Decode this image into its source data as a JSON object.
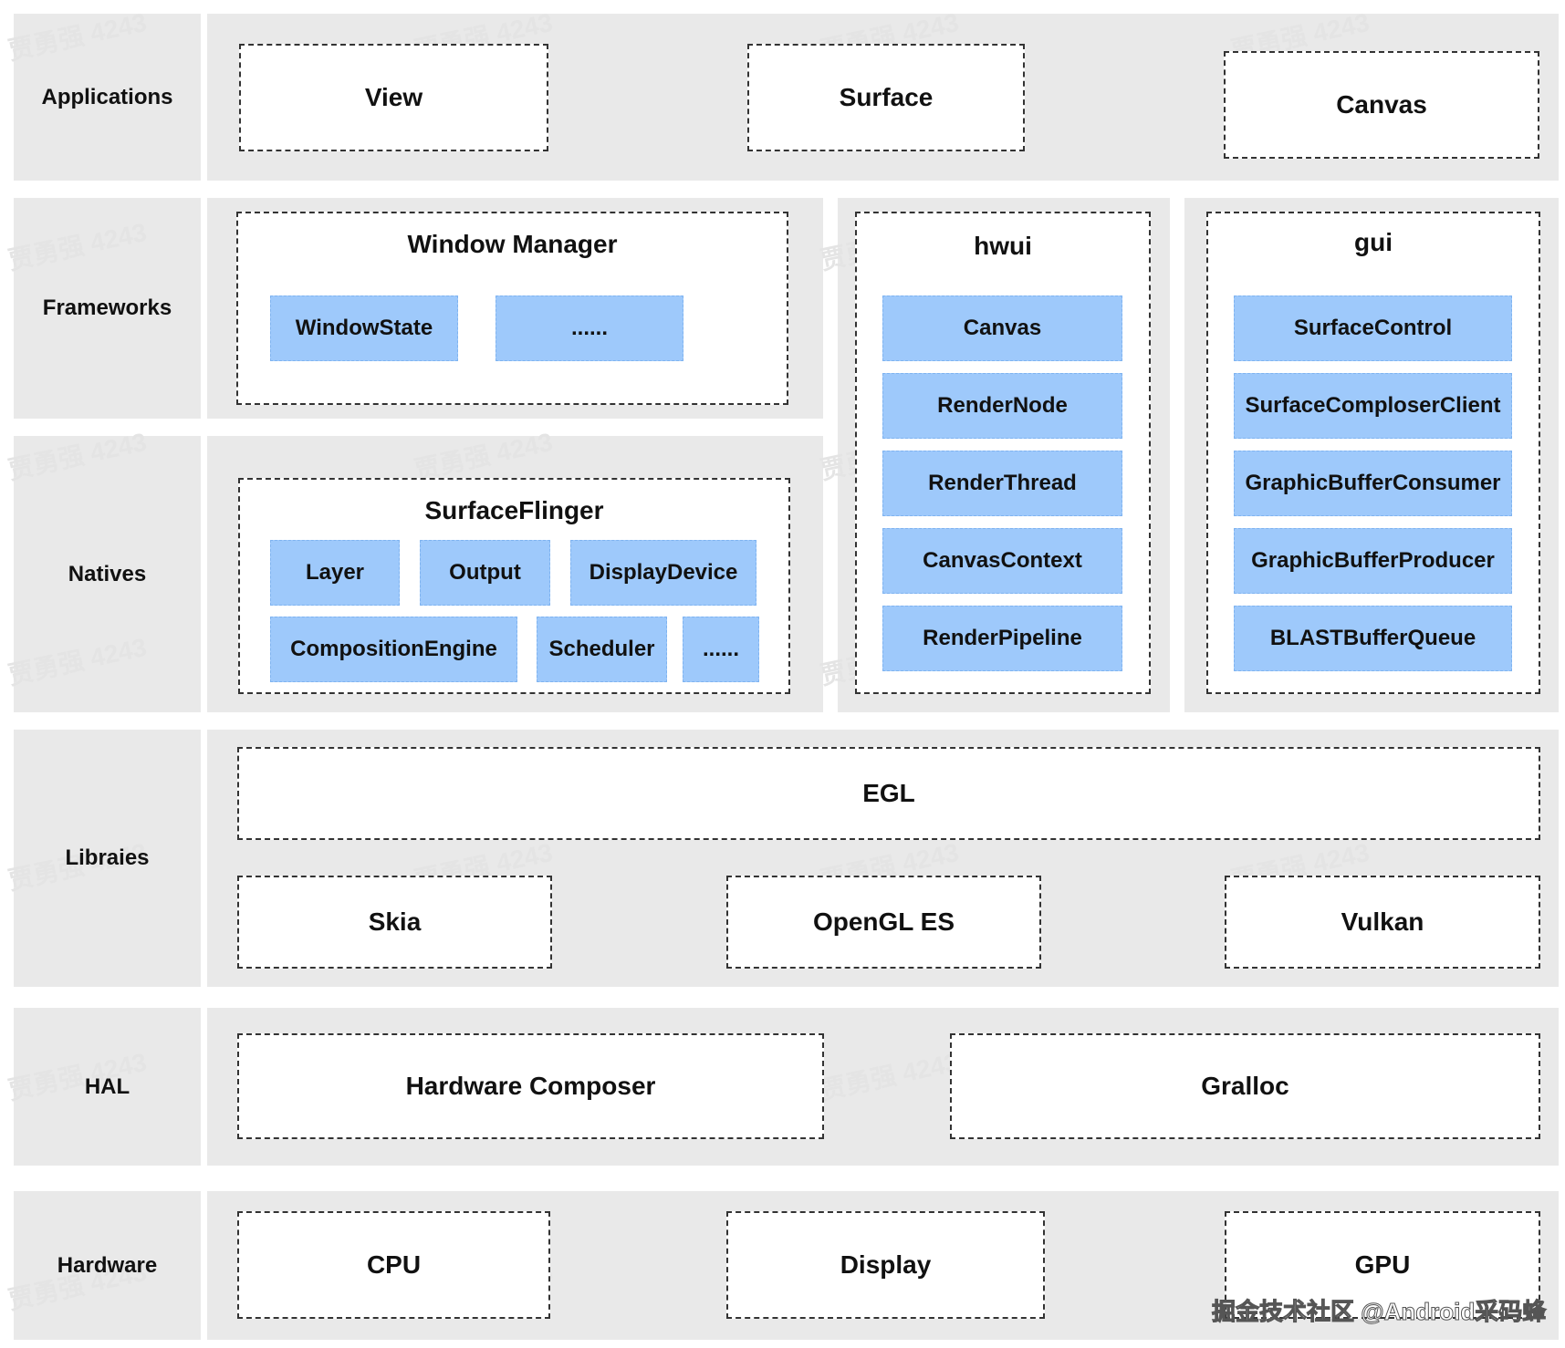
{
  "layers": {
    "applications": "Applications",
    "frameworks": "Frameworks",
    "natives": "Natives",
    "libraries": "Libraies",
    "hal": "HAL",
    "hardware": "Hardware"
  },
  "applications": {
    "view": "View",
    "surface": "Surface",
    "canvas": "Canvas"
  },
  "window_manager": {
    "title": "Window Manager",
    "items": [
      "WindowState",
      "......"
    ]
  },
  "surfaceflinger": {
    "title": "SurfaceFlinger",
    "items": [
      "Layer",
      "Output",
      "DisplayDevice",
      "CompositionEngine",
      "Scheduler",
      "......"
    ]
  },
  "hwui": {
    "title": "hwui",
    "items": [
      "Canvas",
      "RenderNode",
      "RenderThread",
      "CanvasContext",
      "RenderPipeline"
    ]
  },
  "gui": {
    "title": "gui",
    "items": [
      "SurfaceControl",
      "SurfaceComploserClient",
      "GraphicBufferConsumer",
      "GraphicBufferProducer",
      "BLASTBufferQueue"
    ]
  },
  "libraries": {
    "egl": "EGL",
    "skia": "Skia",
    "opengl": "OpenGL ES",
    "vulkan": "Vulkan"
  },
  "hal": {
    "hwc": "Hardware Composer",
    "gralloc": "Gralloc"
  },
  "hardware": {
    "cpu": "CPU",
    "display": "Display",
    "gpu": "GPU"
  },
  "watermark": "贾勇强 4243",
  "credit": "掘金技术社区 @Android采码蜂",
  "colors": {
    "panel": "#e9e9e9",
    "chip": "#9ec9fb",
    "border": "#333333"
  }
}
